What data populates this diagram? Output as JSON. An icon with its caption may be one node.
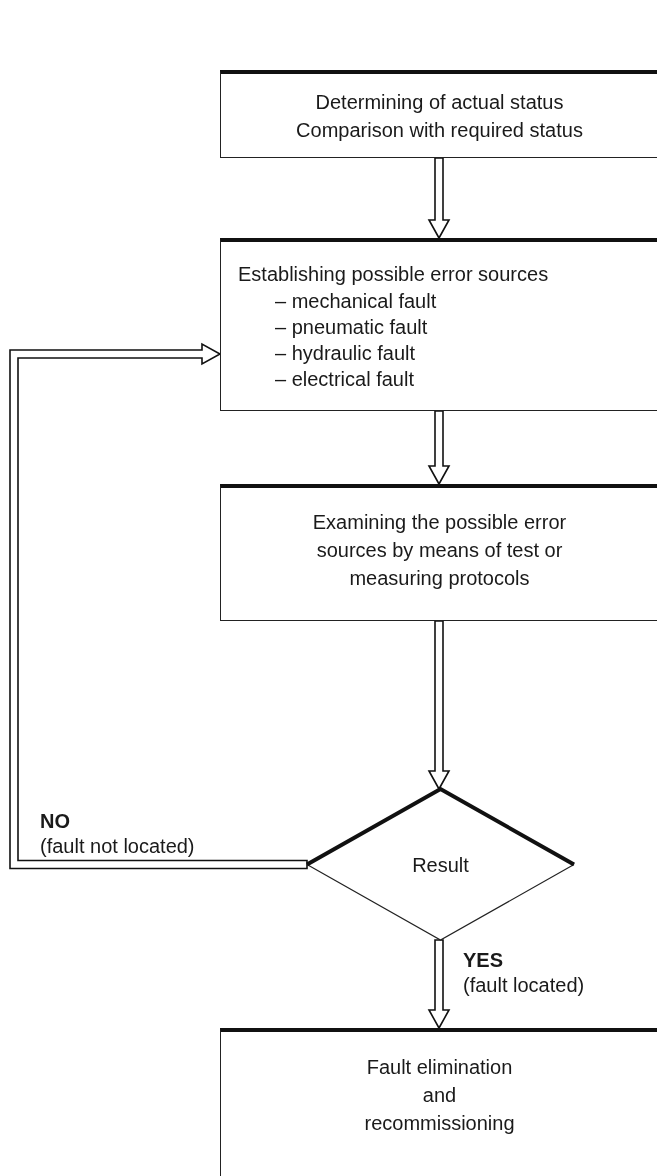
{
  "diagram": {
    "nodes": [
      {
        "text": [
          "Determining of actual status",
          "Comparison with required status"
        ]
      },
      {
        "text": [
          "Establishing possible error sources",
          "– mechanical fault",
          "– pneumatic fault",
          "– hydraulic fault",
          "– electrical fault"
        ]
      },
      {
        "text": [
          "Examining the possible error sources by means of test or measuring protocols"
        ]
      },
      {
        "text": [
          "Result"
        ]
      },
      {
        "text": [
          "Fault elimination and recommissioning"
        ]
      }
    ],
    "edges": [
      {
        "from": 0,
        "to": 1,
        "arrow": "to"
      },
      {
        "from": 1,
        "to": 2,
        "arrow": "to"
      },
      {
        "from": 2,
        "to": 3,
        "arrow": "to"
      },
      {
        "from": 3,
        "to": 4,
        "arrow": "to",
        "label": "**YES** (fault located)"
      },
      {
        "from": 3,
        "to": 1,
        "arrow": "to"
      }
    ],
    "labels": [
      "**NO** (fault not located)"
    ]
  }
}
